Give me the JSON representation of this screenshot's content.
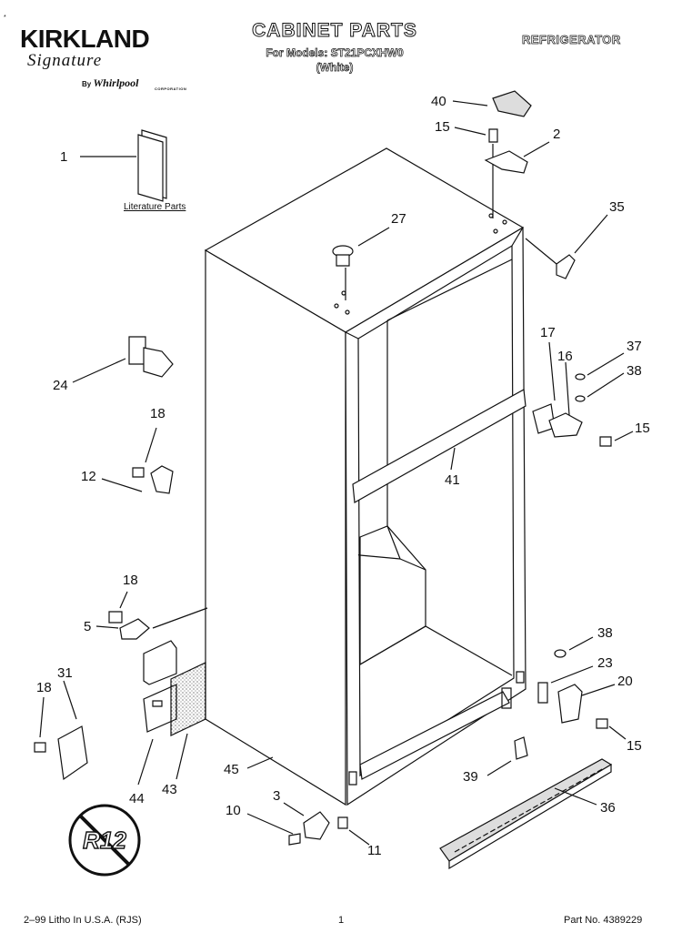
{
  "header": {
    "asterisk": "*",
    "brand": "KIRKLAND",
    "brand_signature": "Signature",
    "by_label": "By",
    "manufacturer": "Whirlpool",
    "manufacturer_sub": "CORPORATION",
    "title": "CABINET PARTS",
    "models_line": "For Models: ST21PCXHW0",
    "color_line": "(White)",
    "category": "REFRIGERATOR"
  },
  "literature_label": "Literature Parts",
  "callouts": {
    "c40": "40",
    "c15a": "15",
    "c2": "2",
    "c35": "35",
    "c1": "1",
    "c27": "27",
    "c17": "17",
    "c16": "16",
    "c37": "37",
    "c38a": "38",
    "c15b": "15",
    "c24": "24",
    "c18a": "18",
    "c12": "12",
    "c41": "41",
    "c18b": "18",
    "c5": "5",
    "c38b": "38",
    "c23": "23",
    "c20": "20",
    "c15c": "15",
    "c31": "31",
    "c18c": "18",
    "c44": "44",
    "c43": "43",
    "c45": "45",
    "c39": "39",
    "c36": "36",
    "c3": "3",
    "c10": "10",
    "c11": "11"
  },
  "badge": {
    "text": "R12"
  },
  "footer": {
    "print_info": "2–99 Litho In U.S.A. (RJS)",
    "page_number": "1",
    "part_number": "Part No. 4389229"
  }
}
